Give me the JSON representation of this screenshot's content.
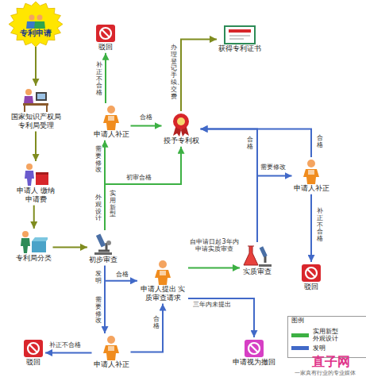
{
  "diagram": {
    "nodes": [
      {
        "text": [
          "专利申请"
        ]
      },
      {
        "text": [
          "国家知识产权局 专利局受理"
        ]
      },
      {
        "text": [
          "申请人 缴纳申请费"
        ]
      },
      {
        "text": [
          "专利局分类"
        ]
      },
      {
        "text": [
          "初步审查"
        ]
      },
      {
        "text": [
          "驳回"
        ]
      },
      {
        "text": [
          "申请人补正"
        ]
      },
      {
        "text": [
          "授予专利权"
        ]
      },
      {
        "text": [
          "获得专利证书"
        ]
      },
      {
        "text": [
          "申请人补正"
        ]
      },
      {
        "text": [
          "驳回"
        ]
      },
      {
        "text": [
          "实质审查"
        ]
      },
      {
        "text": [
          "申请人提出 实质审查请求"
        ]
      },
      {
        "text": [
          "申请视为撤回"
        ]
      },
      {
        "text": [
          "申请人补正"
        ]
      },
      {
        "text": [
          "驳回"
        ]
      }
    ],
    "edges": [
      {
        "from": 0,
        "to": 1,
        "arrow": "to"
      },
      {
        "from": 1,
        "to": 2,
        "arrow": "to"
      },
      {
        "from": 2,
        "to": 3,
        "arrow": "to"
      },
      {
        "from": 3,
        "to": 4,
        "arrow": "to"
      },
      {
        "from": 4,
        "to": 6,
        "label": "需要修改",
        "arrow": "to"
      },
      {
        "from": 4,
        "to": 7,
        "label": "初审合格",
        "arrow": "to"
      },
      {
        "from": 6,
        "to": 5,
        "label": "补正不合格",
        "arrow": "to"
      },
      {
        "from": 6,
        "to": 7,
        "label": "合格",
        "arrow": "to"
      },
      {
        "from": 7,
        "to": 8,
        "label": "办理登记手续、交费",
        "arrow": "to"
      },
      {
        "from": 4,
        "to": 12,
        "label": "合格",
        "arrow": "to"
      },
      {
        "from": 4,
        "to": 14,
        "label": "需要修改",
        "arrow": "to"
      },
      {
        "from": 14,
        "to": 15,
        "label": "补正不合格",
        "arrow": "to"
      },
      {
        "from": 14,
        "to": 12,
        "label": "合格",
        "arrow": "to"
      },
      {
        "from": 12,
        "to": 11,
        "label": "自申请日起3年内 申请实质审查",
        "arrow": "to"
      },
      {
        "from": 12,
        "to": 13,
        "label": "三年内未提出",
        "arrow": "to"
      },
      {
        "from": 11,
        "to": 7,
        "label": "合格",
        "arrow": "to"
      },
      {
        "from": 11,
        "to": 9,
        "label": "需要修改",
        "arrow": "to"
      },
      {
        "from": 9,
        "to": 7,
        "label": "合格",
        "arrow": "to"
      },
      {
        "from": 9,
        "to": 10,
        "label": "补正不合格",
        "arrow": "to"
      }
    ],
    "labels": [
      "外观设计",
      "实用新型",
      "发明",
      "图例",
      "直子网",
      "一家真有行业的专业媒体"
    ],
    "legend": [
      {
        "text": "实用新型 外观设计",
        "color": "#3cb043"
      },
      {
        "text": "发明",
        "color": "#4169c8"
      }
    ]
  }
}
